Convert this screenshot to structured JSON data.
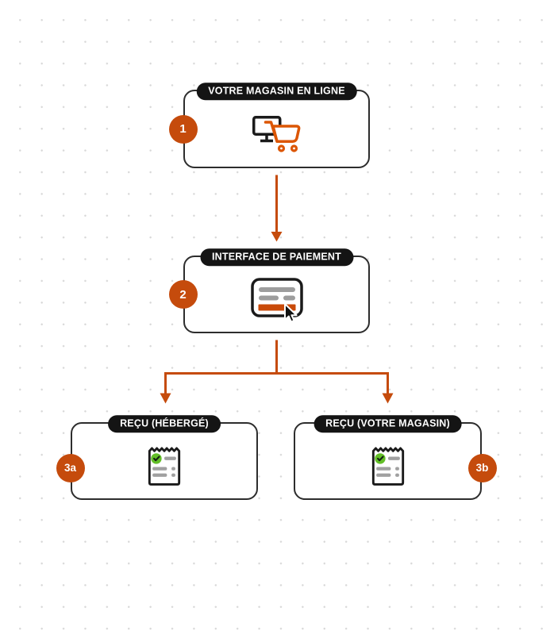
{
  "diagram": {
    "nodes": [
      {
        "id": "online-store",
        "label": "VOTRE MAGASIN EN LIGNE",
        "badge": "1",
        "badge_side": "left",
        "icon": "monitor-cart-icon"
      },
      {
        "id": "payment-interface",
        "label": "INTERFACE DE PAIEMENT",
        "badge": "2",
        "badge_side": "left",
        "icon": "payment-form-cursor-icon"
      },
      {
        "id": "receipt-hosted",
        "label": "REÇU (HÉBERGÉ)",
        "badge": "3a",
        "badge_side": "left",
        "icon": "receipt-check-icon"
      },
      {
        "id": "receipt-store",
        "label": "REÇU (VOTRE MAGASIN)",
        "badge": "3b",
        "badge_side": "right",
        "icon": "receipt-check-icon"
      }
    ],
    "connections": [
      {
        "from": "online-store",
        "to": "payment-interface"
      },
      {
        "from": "payment-interface",
        "to": "receipt-hosted"
      },
      {
        "from": "payment-interface",
        "to": "receipt-store"
      }
    ],
    "colors": {
      "accent_orange": "#c54b0c",
      "cart_orange": "#dc5604",
      "stripe_orange": "#c94a09",
      "pill_black": "#141414",
      "box_border": "#2d2d2d",
      "bar_gray": "#9d9d9d",
      "check_green": "#62be27",
      "dot_gray": "#d8d8d8"
    }
  }
}
